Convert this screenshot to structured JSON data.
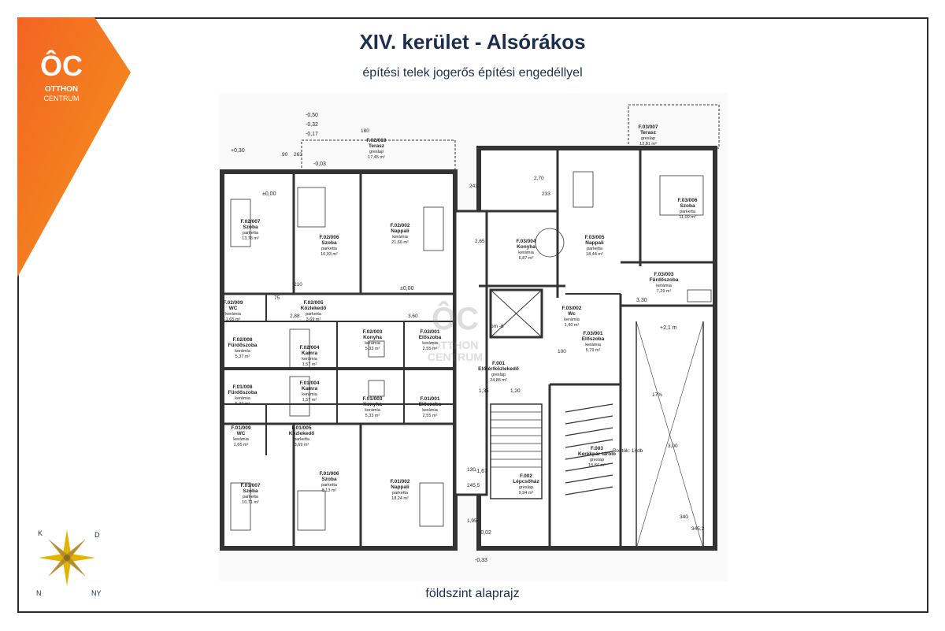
{
  "brand": {
    "logo_mark": "ÔC",
    "line1": "OTTHON",
    "line2": "CENTRUM",
    "accent": "#f05a22",
    "accent2": "#f7941d"
  },
  "header": {
    "title": "XIV. kerület - Alsórákos",
    "subtitle": "építési telek jogerős építési engedéllyel"
  },
  "footer": {
    "caption": "földszint alaprajz"
  },
  "watermark": {
    "mark": "ÔC",
    "line1": "OTTHON",
    "line2": "CENTRUM"
  },
  "compass": {
    "n": "N",
    "e": "K",
    "s": "D",
    "w": "NY",
    "icon": "compass-rose-icon"
  },
  "rooms": [
    {
      "id": "F.02/010",
      "name": "Terasz",
      "mat": "greslap",
      "area": "17,45 m²"
    },
    {
      "id": "F.02/007",
      "name": "Szoba",
      "mat": "parketta",
      "area": "13,76 m²"
    },
    {
      "id": "F.02/006",
      "name": "Szoba",
      "mat": "parketta",
      "area": "10,03 m²"
    },
    {
      "id": "F.02/002",
      "name": "Nappali",
      "mat": "kerámia",
      "area": "21,66 m²"
    },
    {
      "id": "F.02/009",
      "name": "WC",
      "mat": "kerámia",
      "area": "1,65 m²"
    },
    {
      "id": "F.02/005",
      "name": "Közlekedő",
      "mat": "parketta",
      "area": "3,69 m²"
    },
    {
      "id": "F.02/008",
      "name": "Fürdőszoba",
      "mat": "kerámia",
      "area": "5,37 m²"
    },
    {
      "id": "F.02/004",
      "name": "Kamra",
      "mat": "kerámia",
      "area": "1,57 m²"
    },
    {
      "id": "F.02/003",
      "name": "Konyha",
      "mat": "kerámia",
      "area": "5,33 m²"
    },
    {
      "id": "F.02/001",
      "name": "Előszoba",
      "mat": "kerámia",
      "area": "2,55 m²"
    },
    {
      "id": "F.01/008",
      "name": "Fürdőszoba",
      "mat": "kerámia",
      "area": "5,37 m²"
    },
    {
      "id": "F.01/004",
      "name": "Kamra",
      "mat": "kerámia",
      "area": "1,57 m²"
    },
    {
      "id": "F.01/003",
      "name": "Konyha",
      "mat": "kerámia",
      "area": "5,33 m²"
    },
    {
      "id": "F.01/001",
      "name": "Előszoba",
      "mat": "kerámia",
      "area": "2,55 m²"
    },
    {
      "id": "F.01/009",
      "name": "WC",
      "mat": "kerámia",
      "area": "1,65 m²"
    },
    {
      "id": "F.01/005",
      "name": "Közlekedő",
      "mat": "parketta",
      "area": "3,69 m²"
    },
    {
      "id": "F.01/007",
      "name": "Szoba",
      "mat": "parketta",
      "area": "10,71 m²"
    },
    {
      "id": "F.01/006",
      "name": "Szoba",
      "mat": "parketta",
      "area": "8,13 m²"
    },
    {
      "id": "F.01/002",
      "name": "Nappali",
      "mat": "parketta",
      "area": "18,24 m²"
    },
    {
      "id": "F.001",
      "name": "Előtér/közlekedő",
      "mat": "greslap",
      "area": "24,86 m²"
    },
    {
      "id": "F.002",
      "name": "Lépcsőház",
      "mat": "greslap",
      "area": "9,94 m²"
    },
    {
      "id": "F.003",
      "name": "Kerékpár tároló",
      "mat": "greslap",
      "area": "15,84 m²"
    },
    {
      "id": "F.03/007",
      "name": "Terasz",
      "mat": "greslap",
      "area": "12,81 m²"
    },
    {
      "id": "F.03/006",
      "name": "Szoba",
      "mat": "parketta",
      "area": "11,00 m²"
    },
    {
      "id": "F.03/004",
      "name": "Konyha",
      "mat": "kerámia",
      "area": "6,87 m²"
    },
    {
      "id": "F.03/005",
      "name": "Nappali",
      "mat": "parketta",
      "area": "18,44 m²"
    },
    {
      "id": "F.03/003",
      "name": "Fürdőszoba",
      "mat": "kerámia",
      "area": "7,29 m²"
    },
    {
      "id": "F.03/002",
      "name": "Wc",
      "mat": "kerámia",
      "area": "1,40 m²"
    },
    {
      "id": "F.03/001",
      "name": "Előszoba",
      "mat": "kerámia",
      "area": "5,79 m²"
    }
  ],
  "levels": [
    "±0,00",
    "-0,50",
    "-0,32",
    "-0,17",
    "+0,30",
    "-0,03",
    "±0,00",
    "+2,1 m",
    "-1,67",
    "-0,02",
    "-0,33",
    "3,30"
  ],
  "dims": [
    "90",
    "263",
    "180",
    "243",
    "2,70",
    "233",
    "210",
    "75",
    "100",
    "1,35",
    "1,20",
    "3,00",
    "340",
    "345,2",
    "245,5",
    "130",
    "1,95",
    "17%",
    "2,88",
    "3,60",
    "2,65",
    "Bontók: 14db",
    "pm -6"
  ]
}
